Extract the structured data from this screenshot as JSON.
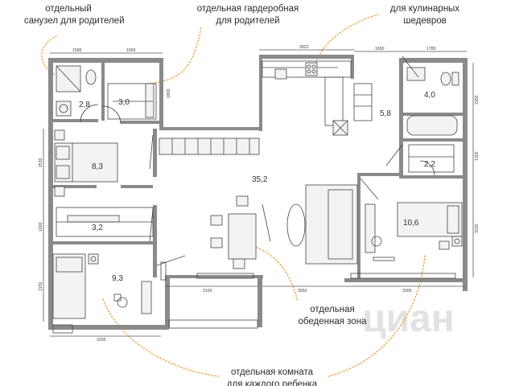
{
  "callouts": {
    "parent_bathroom": [
      "отдельный",
      "санузел для родителей"
    ],
    "parent_wardrobe": [
      "отдельная гардеробная",
      "для родителей"
    ],
    "kitchen_storage": [
      "для кулинарных",
      "шедевров"
    ],
    "dining_zone": [
      "отдельная",
      "обеденная зона"
    ],
    "kids_rooms": [
      "отдельная комната",
      "для каждого ребенка"
    ]
  },
  "room_areas": {
    "bath_parents": "2,8",
    "wardrobe_parents": "3,0",
    "bedroom_parents": "8,3",
    "living_kitchen": "35,2",
    "pantry": "5,8",
    "bath_main": "4,0",
    "hall_closet": "2,2",
    "kids_room_right": "10,6",
    "wardrobe_mid": "3,2",
    "kids_room_left": "9,3"
  },
  "dimensions": {
    "top_1": "1585",
    "top_2": "1665",
    "top_3": "2823",
    "top_4": "1650",
    "top_5": "1780",
    "wardrobe_depth": "1800",
    "left_1": "2530",
    "left_2": "1600",
    "left_3": "2150",
    "right_1": "2250",
    "right_2": "1200",
    "right_3": "3230",
    "bottom_1": "3290",
    "bottom_2": "3160",
    "bottom_3": "3050",
    "bottom_4": "3300"
  },
  "colors": {
    "accent": "#f0a030",
    "wall": "#8a8a8a",
    "text": "#2b2b2b"
  },
  "watermark": "циан"
}
